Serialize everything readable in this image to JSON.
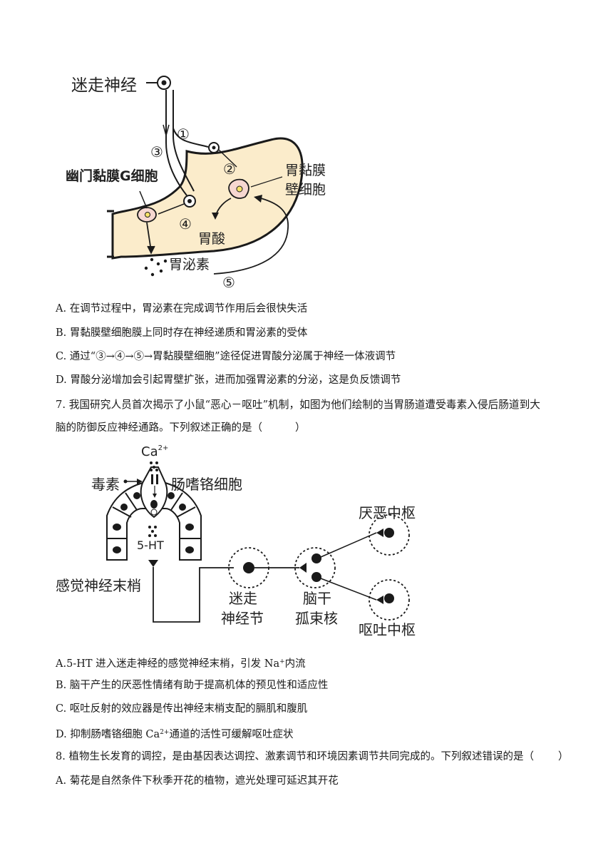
{
  "figure1": {
    "labels": {
      "vagus": "迷走神经",
      "n1": "①",
      "n2": "②",
      "n3": "③",
      "n4": "④",
      "n5": "⑤",
      "g_cell": "幽门黏膜G细胞",
      "parietal_line1": "胃黏膜",
      "parietal_line2": "壁细胞",
      "acid": "胃酸",
      "gastrin": "胃泌素"
    }
  },
  "q6_options": [
    {
      "letter": "A.",
      "text": "在调节过程中，胃泌素在完成调节作用后会很快失活"
    },
    {
      "letter": "B.",
      "text": "胃黏膜壁细胞膜上同时存在神经递质和胃泌素的受体"
    },
    {
      "letter": "C.",
      "text": "通过“③→④→⑤→胃黏膜壁细胞”途径促进胃酸分泌属于神经一体液调节"
    },
    {
      "letter": "D.",
      "text": "胃酸分泌增加会引起胃壁扩张，进而加强胃泌素的分泌，这是负反馈调节"
    }
  ],
  "q7": {
    "number": "7.",
    "stem_line1": "我国研究人员首次揭示了小鼠“恶心－呕吐”机制，如图为他们绘制的当胃肠道遭受毒素入侵后肠道到大",
    "stem_line2": "脑的防御反应神经通路。下列叙述正确的是（",
    "stem_close": "）"
  },
  "figure2": {
    "labels": {
      "ca": "Ca",
      "ca_sup": "2+",
      "toxin": "毒素",
      "ec_cell": "肠嗜铬细胞",
      "ht": "5-HT",
      "sensory": "感觉神经末梢",
      "ganglion_line1": "迷走",
      "ganglion_line2": "神经节",
      "brainstem_line1": "脑干",
      "brainstem_line2": "孤束核",
      "disgust": "厌恶中枢",
      "vomit": "呕吐中枢"
    }
  },
  "q7_options": {
    "a_letter": "A.",
    "a_text_1": "5-HT 进入迷走神经的感觉神经末梢，引发 Na",
    "a_sup": "+",
    "a_text_2": "内流",
    "b_letter": "B.",
    "b_text": "脑干产生的厌恶性情绪有助于提高机体的预见性和适应性",
    "c_letter": "C.",
    "c_text": "呕吐反射的效应器是传出神经末梢支配的膈肌和腹肌",
    "d_letter": "D.",
    "d_text_1": "抑制肠嗜铬细胞 Ca",
    "d_sup": "2+",
    "d_text_2": "通道的活性可缓解呕吐症状"
  },
  "q8": {
    "number": "8.",
    "stem": "植物生长发育的调控，是由基因表达调控、激素调节和环境因素调节共同完成的。下列叙述错误的是（",
    "stem_close": "）",
    "option_a_letter": "A.",
    "option_a_text": "菊花是自然条件下秋季开花的植物，遮光处理可延迟其开花"
  },
  "colors": {
    "stomach_fill": "#fbeccb",
    "cell_fill": "#f6d7d0",
    "text": "#1a1a1a"
  }
}
